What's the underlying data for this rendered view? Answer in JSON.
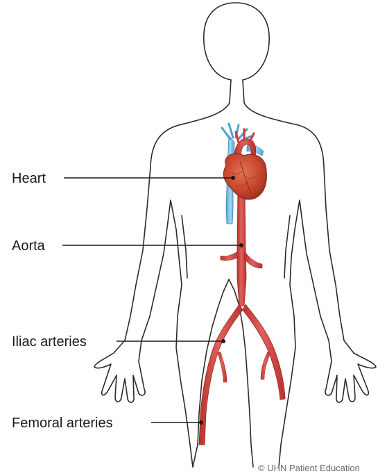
{
  "labels": {
    "heart": "Heart",
    "aorta": "Aorta",
    "iliac": "Iliac arteries",
    "femoral": "Femoral arteries"
  },
  "copyright": "© UHN Patient Education",
  "colors": {
    "artery": "#d9534f",
    "artery_dark": "#b8322e",
    "vein": "#6fb7e3",
    "heart": "#c9472f"
  }
}
